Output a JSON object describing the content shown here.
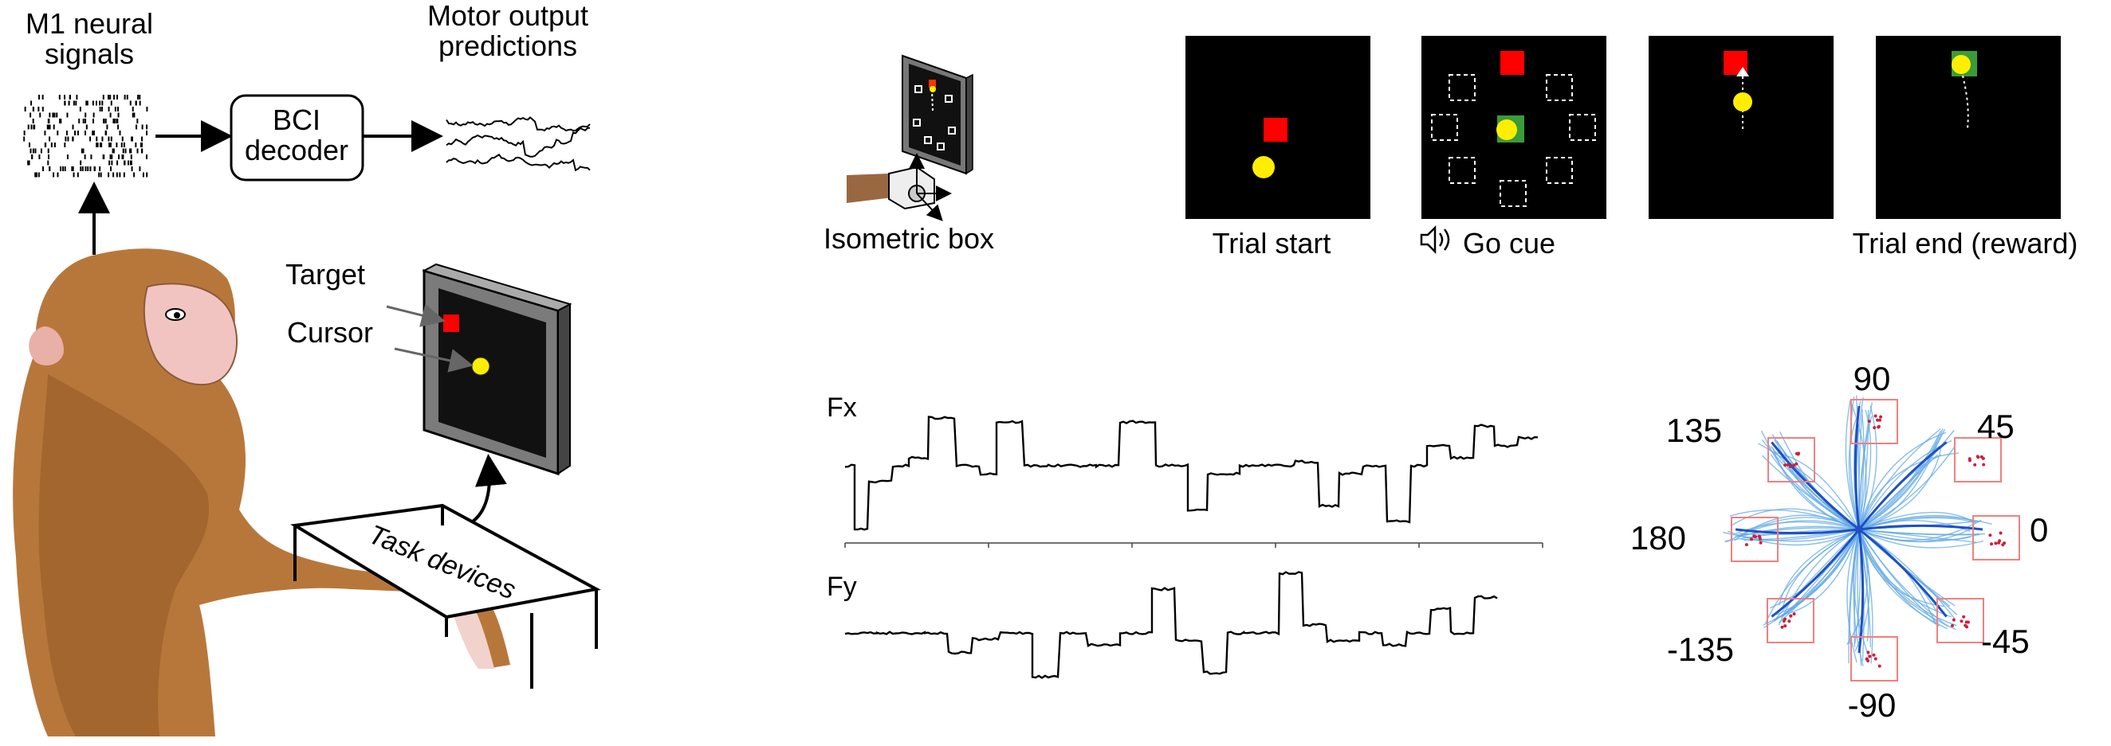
{
  "pipeline": {
    "neural_label_line1": "M1 neural",
    "neural_label_line2": "signals",
    "decoder_line1": "BCI",
    "decoder_line2": "decoder",
    "output_line1": "Motor output",
    "output_line2": "predictions"
  },
  "setup": {
    "target_label": "Target",
    "cursor_label": "Cursor",
    "table_label": "Task devices"
  },
  "task": {
    "isometric_label": "Isometric box",
    "panels": [
      {
        "caption": "Trial start"
      },
      {
        "caption": "Go cue"
      },
      {
        "caption": ""
      },
      {
        "caption": "Trial end (reward)"
      }
    ]
  },
  "forces": {
    "fx_label": "Fx",
    "fy_label": "Fy"
  },
  "directions": {
    "labels": [
      "0",
      "45",
      "90",
      "135",
      "180",
      "-135",
      "-90",
      "-45"
    ],
    "angles_deg": [
      0,
      45,
      90,
      135,
      180,
      -135,
      -90,
      -45
    ]
  },
  "colors": {
    "target": "#ff0000",
    "cursor": "#ffee00",
    "reward_target": "#3a9b3a",
    "trajectory": "#62a8e4",
    "mean_trajectory": "#1f4fc4",
    "target_box": "#f08080"
  }
}
